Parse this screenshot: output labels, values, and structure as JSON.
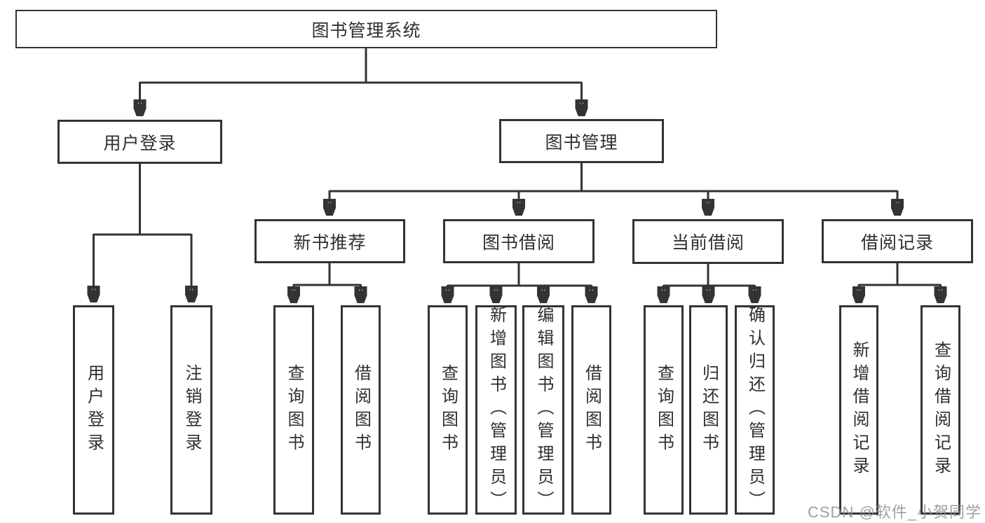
{
  "root": {
    "label": "图书管理系统"
  },
  "branches": [
    {
      "label": "用户登录",
      "children": [
        {
          "label": "用户登录"
        },
        {
          "label": "注销登录"
        }
      ]
    },
    {
      "label": "图书管理",
      "sections": [
        {
          "label": "新书推荐",
          "children": [
            {
              "label": "查询图书"
            },
            {
              "label": "借阅图书"
            }
          ]
        },
        {
          "label": "图书借阅",
          "children": [
            {
              "label": "查询图书"
            },
            {
              "label": "新增图书（管理员）"
            },
            {
              "label": "编辑图书（管理员）"
            },
            {
              "label": "借阅图书"
            }
          ]
        },
        {
          "label": "当前借阅",
          "children": [
            {
              "label": "查询图书"
            },
            {
              "label": "归还图书"
            },
            {
              "label": "确认归还（管理员）"
            }
          ]
        },
        {
          "label": "借阅记录",
          "children": [
            {
              "label": "新增借阅记录"
            },
            {
              "label": "查询借阅记录"
            }
          ]
        }
      ]
    }
  ],
  "watermark": {
    "text": "CSDN @软件_小贺同学"
  },
  "colors": {
    "line": "#333333",
    "box_border": "#333333",
    "box_background": "#ffffff",
    "text": "#2f2f2f",
    "watermark": "#8f8f8f"
  }
}
